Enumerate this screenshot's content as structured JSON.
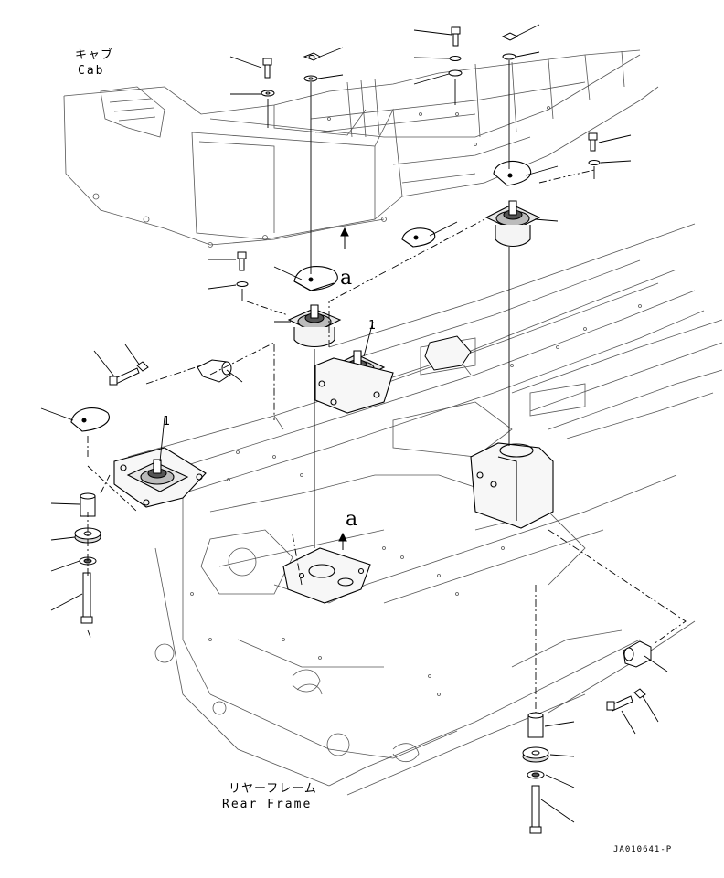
{
  "labels": {
    "cab_jp": "キャブ",
    "cab_en": "Cab",
    "rear_frame_jp": "リヤーフレーム",
    "rear_frame_en": "Rear Frame",
    "view_a_top": "a",
    "view_a_bottom": "a",
    "item_one_left": "1",
    "item_one_right": "1",
    "drawing_code": "JA010641-P"
  }
}
